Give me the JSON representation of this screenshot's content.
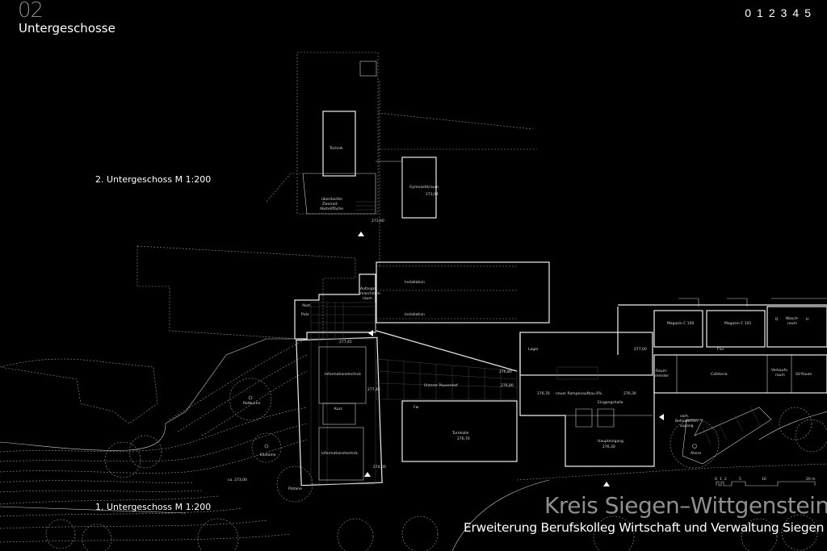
{
  "header": {
    "number": "02",
    "title": "Untergeschosse",
    "nav": [
      "0",
      "1",
      "2",
      "3",
      "4",
      "5"
    ]
  },
  "plans": {
    "upper_label": "2. Untergeschoss  M 1:200",
    "lower_label": "1. Untergeschoss  M 1:200"
  },
  "footer": {
    "client": "Kreis Siegen–Wittgenstein",
    "project": "Erweiterung Berufskolleg Wirtschaft und Verwaltung Siegen"
  },
  "rooms": {
    "technik": "Technik",
    "zweirad": [
      "überdachte",
      "Zweirad-",
      "Abstellfläche"
    ],
    "gymnastik": "Gymnastikraum",
    "aufzug": [
      "Aufzugs-",
      "maschinen-",
      "raum"
    ],
    "installation": "Installation",
    "abst": "Abst.",
    "putz": "Putz",
    "info1": "Informationstechnik",
    "kurs": "Kurs",
    "info2": "Informationstechnik",
    "fw": "Fw",
    "pausenhof": "Unterer Pausenhof",
    "lager": "Lager",
    "rampe": "neuer Rampenaufbau 6%",
    "eingangshalle": "Eingangshalle",
    "turnhalle": "Turnhalle",
    "haupteingang": "Haupteingang",
    "magazin100": "Magazin C 100",
    "magazin101": "Magazin C 101",
    "d": "D",
    "wasch": [
      "Wasch-",
      "raum"
    ],
    "h": "H",
    "flur": "Flur",
    "raummeister": [
      "Raum-",
      "meister"
    ],
    "cafeteria": "Cafeteria",
    "verkauf": [
      "Verkaufs-",
      "raum"
    ],
    "sv": "SV-Raum",
    "behinderten": [
      "vorh.",
      "Behinderten-",
      "zugang"
    ]
  },
  "levels": {
    "l1": "273,04",
    "l2": "273,00",
    "l3": "277,45",
    "l4": "277,45",
    "l5": "274,00",
    "l6": "276,80",
    "l7": "276,80",
    "l8": "276,76",
    "l9": "276,30",
    "l10": "276,76",
    "l11": "276,30",
    "l12": "277,00",
    "l13": "ca. 273,00"
  },
  "trees": {
    "rotbuche": "Rotbuche",
    "kastanie": "Kastanie",
    "platane": "Platane",
    "ahorn": "Ahorn"
  },
  "scale_bar": [
    "0",
    "1",
    "2",
    "5",
    "10",
    "20 m"
  ]
}
